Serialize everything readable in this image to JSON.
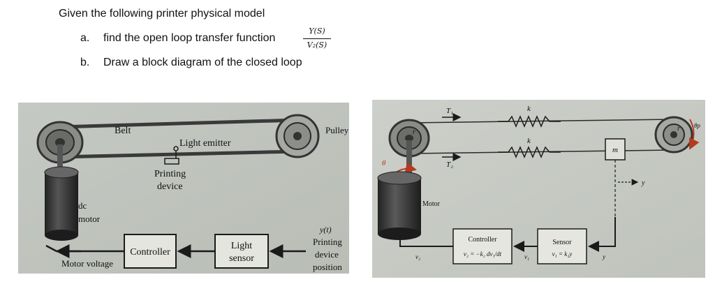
{
  "question": {
    "intro": "Given the following printer physical model",
    "item_a_marker": "a.",
    "item_a_text": "find the open loop transfer function",
    "fraction_numerator": "Y(S)",
    "fraction_denominator": "V₂(S)",
    "item_b_marker": "b.",
    "item_b_text": "Draw a block diagram of the closed loop"
  },
  "left_figure": {
    "belt": "Belt",
    "pulley": "Pulley",
    "light_emitter": "Light emitter",
    "printing_device_line1": "Printing",
    "printing_device_line2": "device",
    "dc": "dc",
    "motor": "motor",
    "controller": "Controller",
    "light_sensor_line1": "Light",
    "light_sensor_line2": "sensor",
    "yt": "y(t)",
    "printing_line1": "Printing",
    "printing_line2": "device",
    "printing_line3": "position",
    "motor_voltage": "Motor voltage"
  },
  "right_figure": {
    "t1": "T₁",
    "t2": "T₂",
    "k_top": "k",
    "k_bottom": "k",
    "r_left": "r",
    "r_right": "r",
    "theta": "θ",
    "theta_p": "θp",
    "m": "m",
    "y_arrow": "y",
    "motor": "Motor",
    "controller": "Controller",
    "controller_eq": "v₂ = −k₂ dv₁/dt",
    "sensor": "Sensor",
    "sensor_eq": "v₁ = k₁y",
    "v2": "v₂",
    "v1": "v₁",
    "y_out": "y"
  },
  "colors": {
    "photo_bg": "#c9ccc6",
    "box_fill": "#e6e6e0",
    "line": "#1a1a1a"
  }
}
